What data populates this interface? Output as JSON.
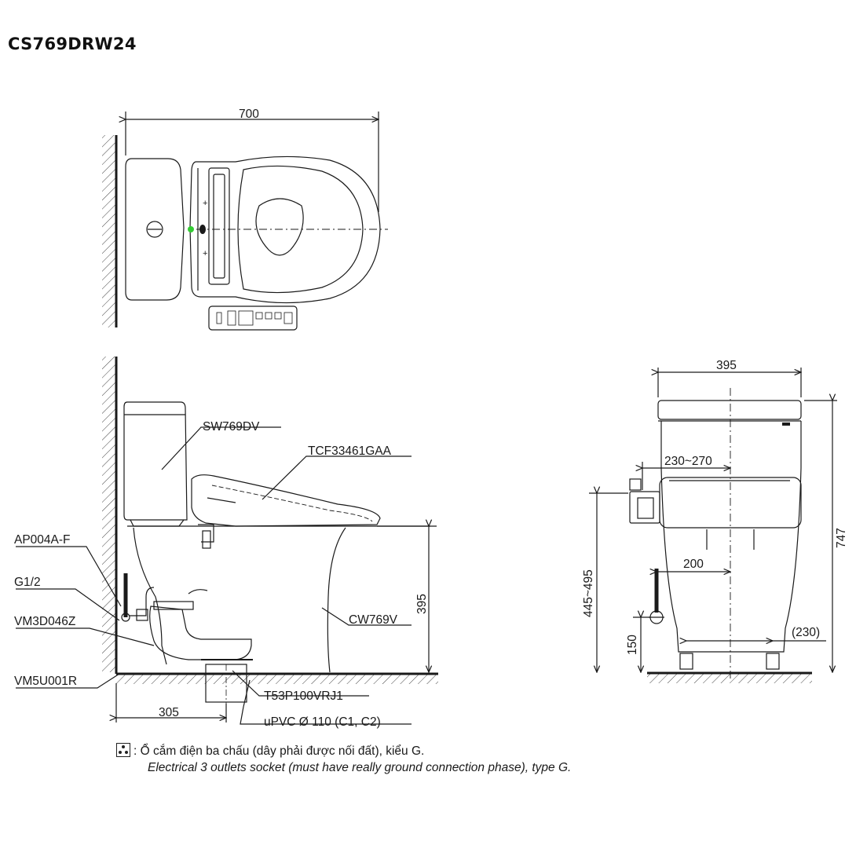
{
  "title": "CS769DRW24",
  "dimensions": {
    "top_width": "700",
    "side_height": "395",
    "wall_offset": "305",
    "front_width": "395",
    "total_height": "747",
    "socket_range": "230~270",
    "seat_height": "445~495",
    "inlet_offset": "200",
    "inlet_height": "150",
    "outlet_spacing": "(230)"
  },
  "labels": {
    "tank": "SW769DV",
    "seat": "TCF33461GAA",
    "bowl": "CW769V",
    "angle_valve": "AP004A-F",
    "thread": "G1/2",
    "hose": "VM3D046Z",
    "flange": "VM5U001R",
    "adapter": "T53P100VRJ1",
    "pipe": "uPVC Ø 110 (C1, C2)"
  },
  "note": {
    "symbol": "electrical-socket-icon",
    "vi": ": Ổ cắm điện ba chấu (dây phải được nối đất), kiểu G.",
    "en": "Electrical 3 outlets socket (must have really ground connection phase), type G."
  },
  "colors": {
    "line": "#1a1a1a",
    "indicator": "#33cc33",
    "wall_hatch": "#333333"
  }
}
